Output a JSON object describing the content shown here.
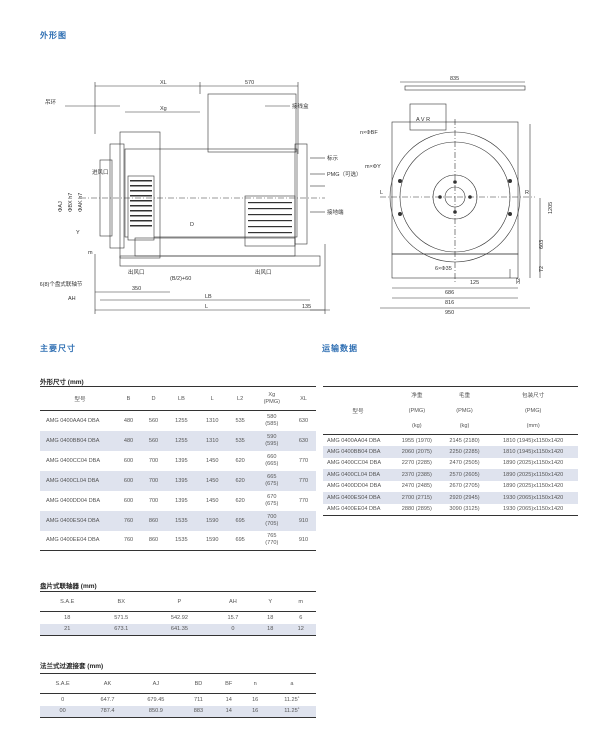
{
  "page": {
    "outline_title": "外形图",
    "main_dims_title": "主要尺寸",
    "transport_title": "运输数据",
    "outline_dims_label": "外形尺寸 (mm)",
    "disc_coupling_label": "盘片式联轴器 (mm)",
    "flange_label": "法兰式过渡接套 (mm)"
  },
  "drawing": {
    "labels": {
      "xl": "XL",
      "d570": "570",
      "xg": "Xg",
      "lifting": "吊环",
      "junction": "接线盒",
      "phi_aj": "ΦAJ",
      "phi_bx": "ΦBX h7",
      "phi_ak": "ΦAK h7",
      "d_label": "D",
      "intake": "进风口",
      "indicator": "标示",
      "pmg": "PMG（可选）",
      "ground": "接地端",
      "outlet": "出风口",
      "b2_60": "(B/2)+60",
      "bolt_note": "9.6(8)个盘式联轴节",
      "outlet_right": "出风口",
      "y_dim": "Y",
      "d350": "350",
      "m_dim": "m",
      "ah": "AH",
      "lb": "LB",
      "l": "L",
      "d135": "135",
      "d835": "835",
      "avr": "A V R",
      "nbf": "n×ΦBF",
      "mey": "m×ΦY",
      "l_letter": "L",
      "r_letter": "R",
      "d1205": "1205",
      "d603": "603",
      "d72": "72",
      "d32": "32",
      "hole_note": "6×Φ35",
      "d125": "125",
      "d686": "686",
      "d816": "816",
      "d950": "950"
    }
  },
  "dims_table": {
    "headers": [
      "型号",
      "B",
      "D",
      "LB",
      "L",
      "L2",
      "Xg\n(PMG)",
      "XL"
    ],
    "rows": [
      {
        "model": "AMG 0400AA04 DBA",
        "B": "480",
        "D": "560",
        "LB": "1255",
        "L": "1310",
        "L2": "535",
        "Xg": "580\n(585)",
        "XL": "630"
      },
      {
        "model": "AMG 0400BB04 DBA",
        "B": "480",
        "D": "560",
        "LB": "1255",
        "L": "1310",
        "L2": "535",
        "Xg": "590\n(595)",
        "XL": "630"
      },
      {
        "model": "AMG 0400CC04 DBA",
        "B": "600",
        "D": "700",
        "LB": "1395",
        "L": "1450",
        "L2": "620",
        "Xg": "660\n(665)",
        "XL": "770"
      },
      {
        "model": "AMG 0400CL04 DBA",
        "B": "600",
        "D": "700",
        "LB": "1395",
        "L": "1450",
        "L2": "620",
        "Xg": "665\n(675)",
        "XL": "770"
      },
      {
        "model": "AMG 0400DD04 DBA",
        "B": "600",
        "D": "700",
        "LB": "1395",
        "L": "1450",
        "L2": "620",
        "Xg": "670\n(675)",
        "XL": "770"
      },
      {
        "model": "AMG 0400ES04 DBA",
        "B": "760",
        "D": "860",
        "LB": "1535",
        "L": "1590",
        "L2": "695",
        "Xg": "700\n(705)",
        "XL": "910"
      },
      {
        "model": "AMG 0400EE04 DBA",
        "B": "760",
        "D": "860",
        "LB": "1535",
        "L": "1590",
        "L2": "695",
        "Xg": "765\n(770)",
        "XL": "910"
      }
    ]
  },
  "transport_table": {
    "header_model": "型号",
    "col1": {
      "h1": "净重",
      "h2": "(PMG)",
      "h3": "(kg)"
    },
    "col2": {
      "h1": "毛重",
      "h2": "(PMG)",
      "h3": "(kg)"
    },
    "col3": {
      "h1": "包装尺寸",
      "h2": "(PMG)",
      "h3": "(mm)"
    },
    "rows": [
      {
        "model": "AMG 0400AA04 DBA",
        "net": "1955 (1970)",
        "gross": "2145 (2180)",
        "pack": "1810 (1945)x1150x1420"
      },
      {
        "model": "AMG 0400BB04 DBA",
        "net": "2060 (2075)",
        "gross": "2250 (2285)",
        "pack": "1810 (1945)x1150x1420"
      },
      {
        "model": "AMG 0400CC04 DBA",
        "net": "2270 (2285)",
        "gross": "2470 (2505)",
        "pack": "1890 (2025)x1150x1420"
      },
      {
        "model": "AMG 0400CL04 DBA",
        "net": "2370 (2385)",
        "gross": "2570 (2605)",
        "pack": "1890 (2025)x1150x1420"
      },
      {
        "model": "AMG 0400DD04 DBA",
        "net": "2470 (2485)",
        "gross": "2670 (2705)",
        "pack": "1890 (2025)x1150x1420"
      },
      {
        "model": "AMG 0400ES04 DBA",
        "net": "2700 (2715)",
        "gross": "2920 (2945)",
        "pack": "1930 (2065)x1150x1420"
      },
      {
        "model": "AMG 0400EE04 DBA",
        "net": "2880 (2895)",
        "gross": "3090 (3125)",
        "pack": "1930 (2065)x1150x1420"
      }
    ]
  },
  "disc_table": {
    "headers": [
      "S.A.E",
      "BX",
      "P",
      "AH",
      "Y",
      "m"
    ],
    "rows": [
      [
        "18",
        "571.5",
        "542.92",
        "15.7",
        "18",
        "6"
      ],
      [
        "21",
        "673.1",
        "641.35",
        "0",
        "18",
        "12"
      ]
    ]
  },
  "flange_table": {
    "headers": [
      "S.A.E",
      "AK",
      "AJ",
      "BD",
      "BF",
      "n",
      "a"
    ],
    "rows": [
      [
        "0",
        "647.7",
        "679.45",
        "711",
        "14",
        "16",
        "11.25˚"
      ],
      [
        "00",
        "787.4",
        "850.9",
        "883",
        "14",
        "16",
        "11.25˚"
      ]
    ]
  }
}
